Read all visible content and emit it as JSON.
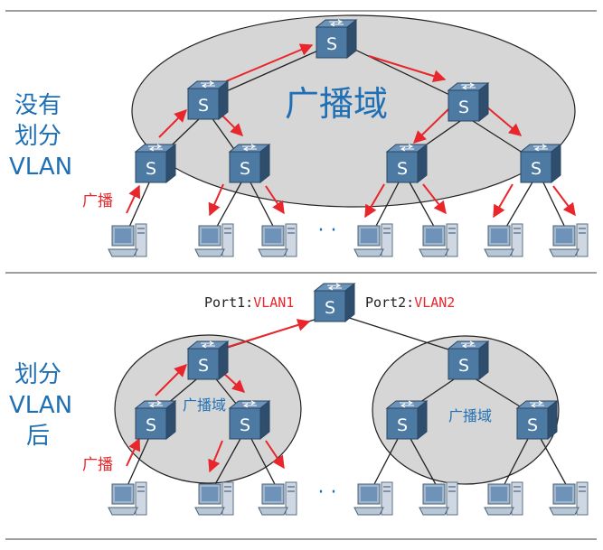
{
  "top": {
    "side_label": [
      "没有",
      "划分",
      "VLAN"
    ],
    "domain_label": "广播域",
    "broadcast_label": "广播",
    "ellipsis": "· ·"
  },
  "bottom": {
    "side_label": [
      "划分",
      "VLAN",
      "后"
    ],
    "port1_name": "Port1:",
    "port1_vlan": "VLAN1",
    "port2_name": "Port2:",
    "port2_vlan": "VLAN2",
    "domain_left_label": "广播域",
    "domain_right_label": "广播域",
    "broadcast_label": "广播",
    "ellipsis": "· ·"
  },
  "switch_letter": "S",
  "colors": {
    "arrow": "#e8262b",
    "label_blue": "#1f6fb5",
    "ellipse_fill": "#d6d6d6",
    "switch_body": "#3b5d7f",
    "switch_front": "#4d7aa3",
    "rule": "#7f7f7f"
  }
}
